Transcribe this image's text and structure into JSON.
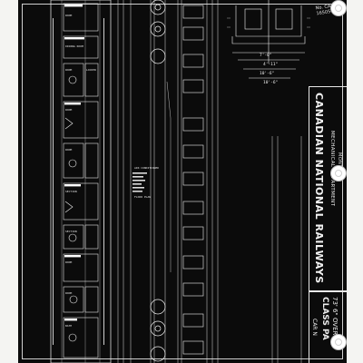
{
  "title_block": {
    "company": "CANADIAN NATIONAL RAILWAYS",
    "department": "MECHANICAL DEPARTMENT",
    "city": "MONTREAL"
  },
  "lower_block": {
    "length": "73' 6\" OVER",
    "class": "CLASS PA",
    "car": "CAR N"
  },
  "drawing_number": "No. CA-16505-E",
  "plan_labels": [
    "ROOM",
    "DINING ROOM",
    "ROOM",
    "ROOM",
    "LOCKER",
    "ROOM",
    "SECTION",
    "SECTION",
    "ROOM",
    "ROOM",
    "BATH"
  ],
  "dimension_labels": [
    "7'-0\"",
    "4'-11\"",
    "10'-6\"",
    "10'-6\""
  ],
  "notes": [
    "AIR CONDITIONED",
    "FLOOR PLAN"
  ]
}
